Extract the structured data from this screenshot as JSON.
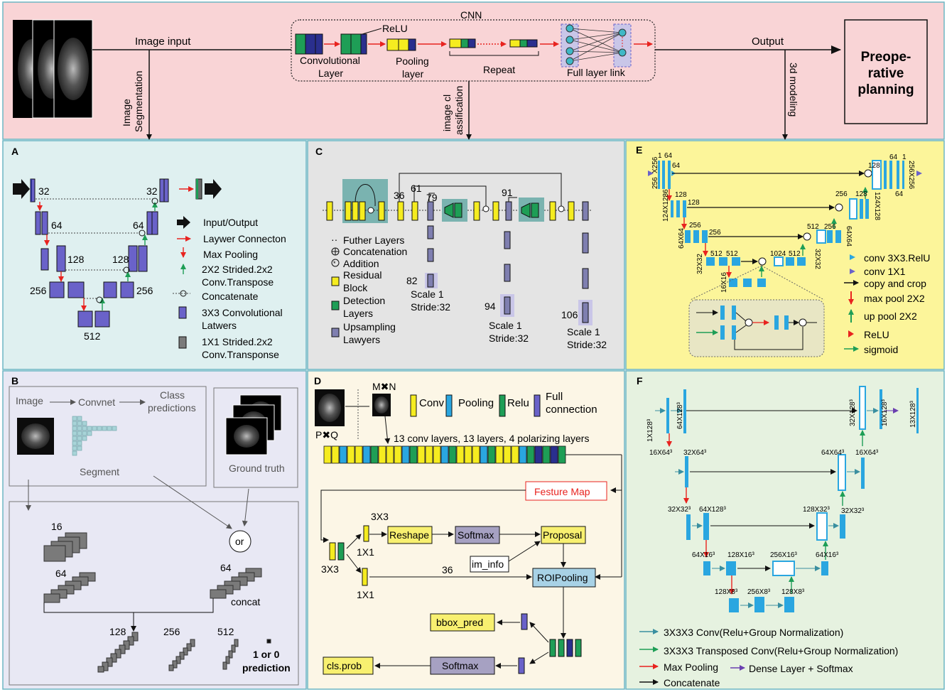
{
  "colors": {
    "top_bg": "#f9d4d6",
    "a_bg": "#dff0f0",
    "c_bg": "#e4e4e4",
    "e_bg": "#fcf59a",
    "b_bg": "#e8e8f4",
    "d_bg": "#fcf6e6",
    "f_bg": "#e6f2e0",
    "panel_border": "#6db6c4",
    "purple": "#6a62c9",
    "yellow": "#f5ec20",
    "green": "#1e9e56",
    "navy": "#2a2f8e",
    "blue": "#2aa6e0",
    "teal_box": "#7ab3b0",
    "red": "#e8231f"
  },
  "top": {
    "cnn_label": "CNN",
    "image_input": "Image input",
    "relu": "ReLU",
    "conv_layer": [
      "Convolutional",
      "Layer"
    ],
    "pooling_layer": [
      "Pooling",
      "layer"
    ],
    "repeat": "Repeat",
    "full_link": "Full layer link",
    "output": "Output",
    "planning": [
      "Preope-",
      "rative",
      "planning"
    ],
    "image_seg": [
      "Image",
      "Segmentation"
    ],
    "image_cls": [
      "image cl",
      "assification"
    ],
    "modeling": "3d modeling"
  },
  "panel_a": {
    "tag": "A",
    "nums": [
      "32",
      "32",
      "64",
      "64",
      "128",
      "128",
      "256",
      "256",
      "512"
    ],
    "legend": [
      "Input/Output",
      "Laywer Connecton",
      "Max Pooling",
      "2X2 Strided.2x2",
      "Conv.Transpose",
      "Concatenate",
      "3X3 Convolutional",
      "Latwers",
      "1X1 Strided.2x2",
      "Conv.Transponse"
    ]
  },
  "panel_c": {
    "tag": "C",
    "nums": [
      "36",
      "61",
      "79",
      "91",
      "82",
      "94",
      "106"
    ],
    "scale_labels": [
      "Scale 1",
      "Stride:32",
      "Scale 1",
      "Stride:32",
      "Scale 1",
      "Stride:32"
    ],
    "legend": [
      "Futher Layers",
      "Concatenation",
      "Addition",
      "Residual",
      "Block",
      "Detection",
      "Layers",
      "Upsampling",
      "Lawyers"
    ]
  },
  "panel_e": {
    "tag": "E",
    "labels": [
      "1",
      "64",
      "64",
      "256",
      "X256",
      "128",
      "128",
      "124X1286",
      "256",
      "256",
      "64X64",
      "512",
      "512",
      "32X32",
      "16X16",
      "1024",
      "512",
      "32X32",
      "512",
      "256",
      "64X64",
      "256",
      "128",
      "124X128",
      "128",
      "64",
      "1",
      "256X256",
      "64"
    ],
    "legend": [
      "conv 3X3.RelU",
      "conv 1X1",
      "copy and crop",
      "max pool 2X2",
      "up pool 2X2",
      "ReLU",
      "sigmoid"
    ]
  },
  "panel_b": {
    "tag": "B",
    "image": "Image",
    "convnet": "Convnet",
    "class_pred": [
      "Class",
      "predictions"
    ],
    "segment": "Segment",
    "ground_truth": "Ground truth",
    "or": "or",
    "nums": [
      "16",
      "64",
      "64",
      "128",
      "256",
      "512"
    ],
    "concat": "concat",
    "prediction": [
      "1 or 0",
      "prediction"
    ]
  },
  "panel_d": {
    "tag": "D",
    "mxn": "M✖N",
    "pxq": "P✖Q",
    "legend": [
      "Conv",
      "Pooling",
      "Relu",
      "Full",
      "connection"
    ],
    "layers_text": "13 conv layers, 13 layers, 4 polarizing layers",
    "feature_map": "Festure Map",
    "k3x3_top": "3X3",
    "k3x3_bottom": "3X3",
    "k1x1_a": "1X1",
    "k1x1_b": "1X1",
    "reshape": "Reshape",
    "softmax": "Softmax",
    "proposal": "Proposal",
    "im_info": "im_info",
    "n36": "36",
    "roipooling": "ROIPooling",
    "bbox_pred": "bbox_pred",
    "cls_prob": "cls.prob",
    "softmax2": "Softmax"
  },
  "panel_f": {
    "tag": "F",
    "labels": [
      "1X128³",
      "64X128³",
      "32X128³",
      "16X128³",
      "13X128³",
      "16X64³",
      "32X64³",
      "64X64³",
      "16X64³",
      "32X32³",
      "64X128³",
      "128X32³",
      "32X32³",
      "64X16³",
      "128X16³",
      "256X16³",
      "64X16³",
      "128X8³",
      "256X8³",
      "128X8³"
    ],
    "legend": [
      "3X3X3 Conv(Relu+Group Normalization)",
      "3X3X3 Transposed Conv(Relu+Group Normalization)",
      "Max Pooling",
      "Dense Layer + Softmax",
      "Concatenate"
    ]
  }
}
